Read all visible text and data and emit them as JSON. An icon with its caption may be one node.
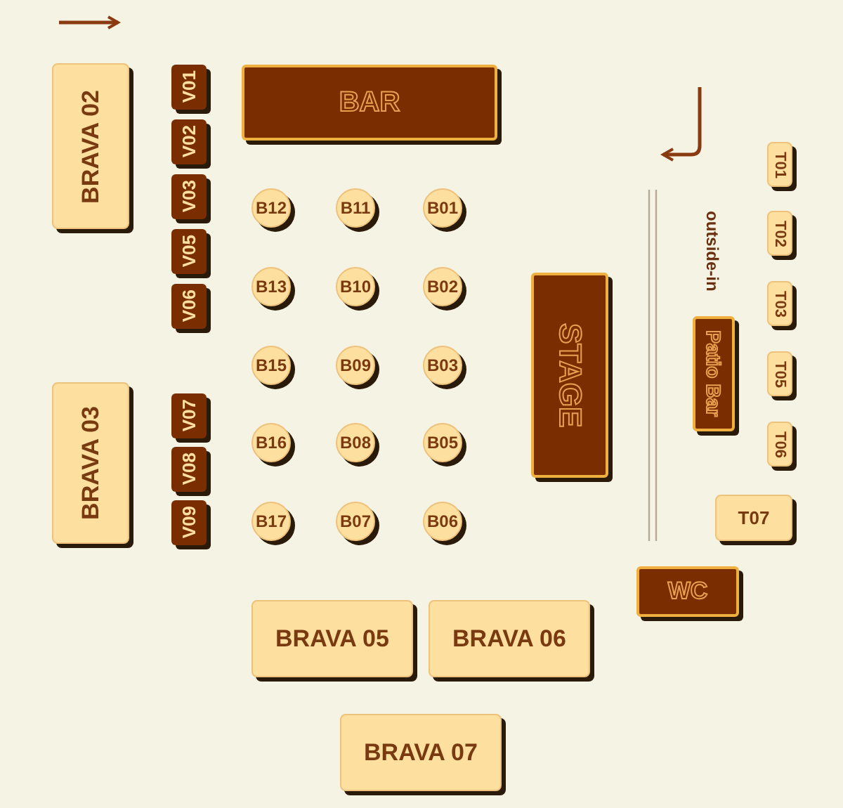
{
  "diagram": {
    "nodes": [
      {
        "text": [
          "BRAVA 02"
        ]
      },
      {
        "text": [
          "V01"
        ]
      },
      {
        "text": [
          "V02"
        ]
      },
      {
        "text": [
          "V03"
        ]
      },
      {
        "text": [
          "V05"
        ]
      },
      {
        "text": [
          "V06"
        ]
      },
      {
        "text": [
          "BAR"
        ]
      },
      {
        "text": [
          "B12"
        ]
      },
      {
        "text": [
          "B11"
        ]
      },
      {
        "text": [
          "B01"
        ]
      },
      {
        "text": [
          "B13"
        ]
      },
      {
        "text": [
          "B10"
        ]
      },
      {
        "text": [
          "B02"
        ]
      },
      {
        "text": [
          "B15"
        ]
      },
      {
        "text": [
          "B09"
        ]
      },
      {
        "text": [
          "B03"
        ]
      },
      {
        "text": [
          "B16"
        ]
      },
      {
        "text": [
          "B08"
        ]
      },
      {
        "text": [
          "B05"
        ]
      },
      {
        "text": [
          "B17"
        ]
      },
      {
        "text": [
          "B07"
        ]
      },
      {
        "text": [
          "B06"
        ]
      },
      {
        "text": [
          "STAGE"
        ]
      },
      {
        "text": [
          "Patio Bar"
        ]
      },
      {
        "text": [
          "T01"
        ]
      },
      {
        "text": [
          "T02"
        ]
      },
      {
        "text": [
          "T03"
        ]
      },
      {
        "text": [
          "T05"
        ]
      },
      {
        "text": [
          "T06"
        ]
      },
      {
        "text": [
          "T07"
        ]
      },
      {
        "text": [
          "BRAVA 03"
        ]
      },
      {
        "text": [
          "V07"
        ]
      },
      {
        "text": [
          "V08"
        ]
      },
      {
        "text": [
          "V09"
        ]
      },
      {
        "text": [
          "WC"
        ]
      },
      {
        "text": [
          "BRAVA 05"
        ]
      },
      {
        "text": [
          "BRAVA 06"
        ]
      },
      {
        "text": [
          "BRAVA 07"
        ]
      }
    ],
    "labels": [
      "outside-in"
    ]
  }
}
